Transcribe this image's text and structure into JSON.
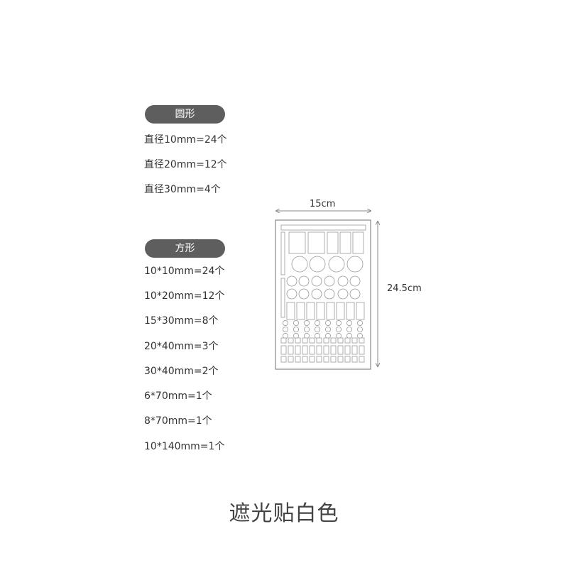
{
  "circle_section": {
    "title": "圆形",
    "items": [
      "直径10mm=24个",
      "直径20mm=12个",
      "直径30mm=4个"
    ]
  },
  "square_section": {
    "title": "方形",
    "items": [
      "10*10mm=24个",
      "10*20mm=12个",
      "15*30mm=8个",
      "20*40mm=3个",
      "30*40mm=2个",
      "6*70mm=1个",
      "8*70mm=1个",
      "10*140mm=1个"
    ]
  },
  "dimensions": {
    "width": "15cm",
    "height": "24.5cm"
  },
  "caption": "遮光贴白色"
}
